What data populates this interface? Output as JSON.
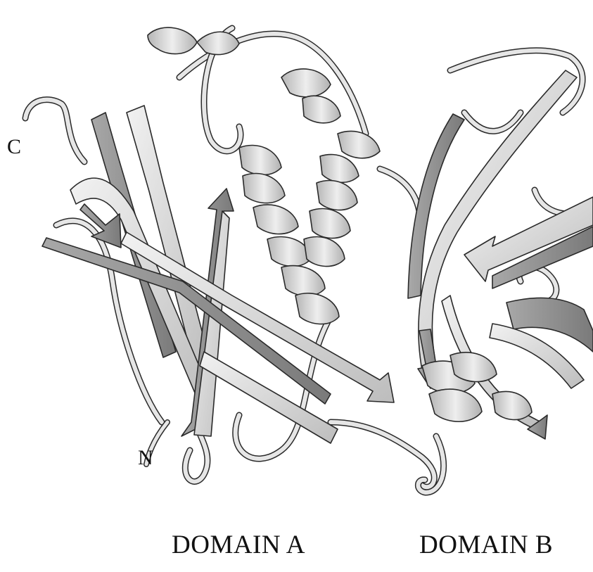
{
  "labels": {
    "c_terminus": "C",
    "n_terminus": "N",
    "domain_a": "DOMAIN A",
    "domain_b": "DOMAIN B"
  },
  "colors": {
    "strand_light": "#dcdcdc",
    "strand_dark": "#8c8c8c",
    "helix_light": "#d8d8d8",
    "helix_dark": "#9a9a9a",
    "coil": "#e2e2e2",
    "outline": "#2a2a2a"
  }
}
